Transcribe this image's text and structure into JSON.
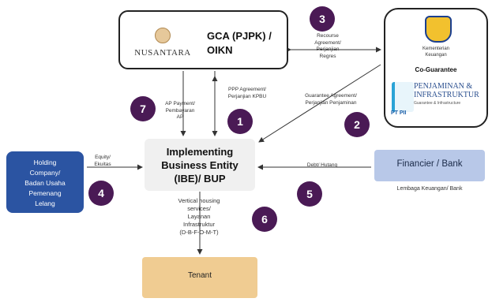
{
  "gca": {
    "logo_text": "NUSANTARA",
    "title_line1": "GCA (PJPK) /",
    "title_line2": "OIKN"
  },
  "co_guarantee": {
    "ministry_line1": "Kementerian",
    "ministry_line2": "Keuangan",
    "label": "Co-Guarantee",
    "ptpii_short": "PT PII",
    "ptpii_line1": "PENJAMINAN &",
    "ptpii_line2": "INFRASTRUKTUR",
    "ptpii_tagline": "Guarantee & Infrastructure"
  },
  "ibe": {
    "line1": "Implementing",
    "line2": "Business Entity",
    "line3": "(IBE)/ BUP"
  },
  "holding": {
    "line1": "Holding",
    "line2": "Company/",
    "line3": "Badan Usaha",
    "line4": "Pemenang",
    "line5": "Lelang"
  },
  "financier": {
    "label": "Financier / Bank",
    "caption": "Lembaga Keuangan/ Bank"
  },
  "tenant": {
    "label": "Tenant"
  },
  "badges": {
    "b1": "1",
    "b2": "2",
    "b3": "3",
    "b4": "4",
    "b5": "5",
    "b6": "6",
    "b7": "7"
  },
  "labels": {
    "recourse": {
      "l1": "Recourse",
      "l2": "Agreement/",
      "l3": "Perjanjian",
      "l4": "Regres"
    },
    "ppp": {
      "l1": "PPP Agreement/",
      "l2": "Perjanjian KPBU"
    },
    "ap": {
      "l1": "AP Payment/",
      "l2": "Pembayaran",
      "l3": "AP"
    },
    "guarantee": {
      "l1": "Guarantee Agreement/",
      "l2": "Perjanjian Penjaminan"
    },
    "equity": {
      "l1": "Equity/",
      "l2": "Ekuitas"
    },
    "debt": {
      "l1": "Debt/ Hutang"
    },
    "vertical": {
      "l1": "Vertical housing",
      "l2": "services/",
      "l3": "Layanan",
      "l4": "Infrastruktur",
      "l5": "(D-B-F-O-M-T)"
    }
  },
  "colors": {
    "badge": "#4a1a55",
    "holding_box": "#2b54a2",
    "financier_box": "#b8c8e8",
    "tenant_box": "#f0cc92",
    "ibe_box": "#f0f0f0"
  }
}
